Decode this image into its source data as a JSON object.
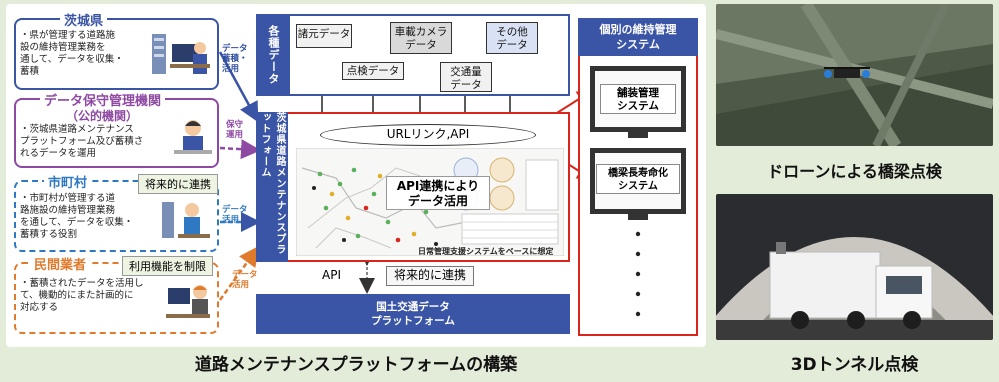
{
  "stakeholders": {
    "ibaraki": {
      "title": "茨城県",
      "text": [
        "・県が管理する道路施",
        "設の維持管理業務を",
        "通して、データを収集・",
        "蓄積"
      ]
    },
    "custody": {
      "title": "データ保守管理機関",
      "subtitle": "（公的機関）",
      "text": [
        "・茨城県道路メンテナンス",
        "プラットフォーム及び蓄積さ",
        "れるデータを運用"
      ]
    },
    "municipality": {
      "title": "市町村",
      "future_label": "将来的に連携",
      "text": [
        "・市町村が管理する道",
        "路施設の維持管理業務",
        "を通して、データを収集・",
        "蓄積する役割"
      ]
    },
    "private": {
      "title": "民間業者",
      "limited_label": "利用機能を制限",
      "text": [
        "・蓄積されたデータを活用し",
        "て、機動的にまた計画的に",
        "対応する"
      ]
    }
  },
  "flow_tags": {
    "store1": [
      "データ",
      "蓄積・",
      "活用"
    ],
    "maintain": [
      "保守",
      "運用"
    ],
    "store2": [
      "データ",
      "活用"
    ],
    "use": [
      "データ",
      "活用"
    ]
  },
  "data_types": {
    "label": "各種データ",
    "items": [
      "諸元データ",
      "車載カメラ\nデータ",
      "その他\nデータ",
      "点検データ",
      "交通量\nデータ"
    ]
  },
  "platform": {
    "label": "茨城県道路メンテナンスプラットフォーム",
    "url_api": "URLリンク,API",
    "api_coop": "API連携により\nデータ活用",
    "map_note": "日常管理支援システムをベースに想定"
  },
  "national": {
    "api_label": "API",
    "future_label": "将来的に連携",
    "name": "国土交通データ\nプラットフォーム"
  },
  "individual": {
    "title": "個別の維持管理\nシステム",
    "systems": [
      "舗装管理\nシステム",
      "橋梁長寿命化\nシステム"
    ]
  },
  "captions": {
    "main": "道路メンテナンスプラットフォームの構築",
    "drone": "ドローンによる橋梁点検",
    "tunnel": "3Dトンネル点検"
  },
  "colors": {
    "ibaraki": "#3b55a6",
    "custody": "#8e4aa3",
    "municipality": "#2f79c4",
    "private": "#e07a2c",
    "red": "#d9261c",
    "navy": "#3b55a6"
  }
}
